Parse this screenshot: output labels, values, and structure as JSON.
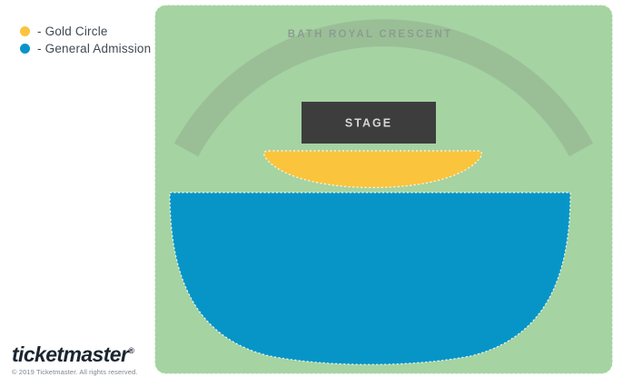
{
  "legend": {
    "items": [
      {
        "name": "gold-circle",
        "label": "- Gold Circle",
        "color": "#FBC43D"
      },
      {
        "name": "general-admission",
        "label": "- General Admission",
        "color": "#0795C8"
      }
    ]
  },
  "map": {
    "background": "#A5D3A2",
    "venue_label": "BATH ROYAL CRESCENT",
    "stage": {
      "label": "STAGE",
      "color": "#3D3D3D",
      "text_color": "#D6D6D6"
    },
    "sections": [
      {
        "name": "gold-circle",
        "color": "#FBC43D"
      },
      {
        "name": "general-admission",
        "color": "#0795C8"
      }
    ]
  },
  "footer": {
    "logo_text": "ticketmaster",
    "registered_mark": "®",
    "copyright": "© 2019 Ticketmaster. All rights reserved."
  }
}
